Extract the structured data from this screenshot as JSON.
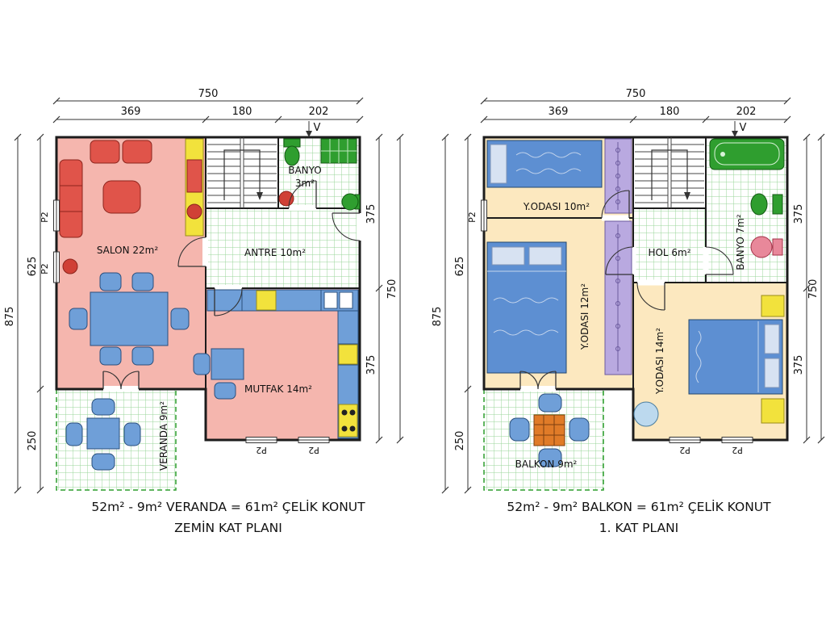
{
  "colors": {
    "room_pink": "#f5b6ae",
    "room_cream": "#fce8bf",
    "tile_green": "#9ad49a",
    "furniture_blue": "#6f9fd8",
    "furniture_red": "#e0544a",
    "wardrobe_purple": "#b9a9e0",
    "accent_yellow": "#f2e23c",
    "fixture_green": "#2f9e2f",
    "balcony_table_orange": "#e07b28"
  },
  "ground_floor": {
    "title_line1": "52m² - 9m² VERANDA = 61m² ÇELİK KONUT",
    "title_line2": "ZEMİN KAT PLANI",
    "dims": {
      "top_total": "750",
      "top_seg1": "369",
      "top_seg2": "180",
      "top_seg3": "202",
      "left_total": "875",
      "left_seg1": "625",
      "left_seg2": "250",
      "right_seg1": "375",
      "right_seg2": "375",
      "right_total": "750",
      "vent": "V"
    },
    "rooms": {
      "salon": "SALON 22m²",
      "antre": "ANTRE 10m²",
      "banyo_name": "BANYO",
      "banyo_area": "3m²",
      "mutfak": "MUTFAK 14m²",
      "veranda": "VERANDA 9m²"
    },
    "openings": {
      "p2_left_upper": "P2",
      "p2_left_lower": "P2",
      "p2_bottom_left": "P2",
      "p2_bottom_right": "P2"
    }
  },
  "first_floor": {
    "title_line1": "52m² - 9m² BALKON = 61m² ÇELİK KONUT",
    "title_line2": "1. KAT PLANI",
    "dims": {
      "top_total": "750",
      "top_seg1": "369",
      "top_seg2": "180",
      "top_seg3": "202",
      "left_total": "875",
      "left_seg1": "625",
      "left_seg2": "250",
      "right_seg1": "375",
      "right_seg2": "375",
      "right_total": "750",
      "vent": "V"
    },
    "rooms": {
      "bedroom10": "Y.ODASI 10m²",
      "bedroom12": "Y.ODASI 12m²",
      "bedroom14": "Y.ODASI 14m²",
      "hol": "HOL 6m²",
      "banyo": "BANYO 7m²",
      "balkon": "BALKON 9m²"
    },
    "openings": {
      "p2_left": "P2",
      "p2_bottom_left": "P2",
      "p2_bottom_right": "P2"
    }
  }
}
